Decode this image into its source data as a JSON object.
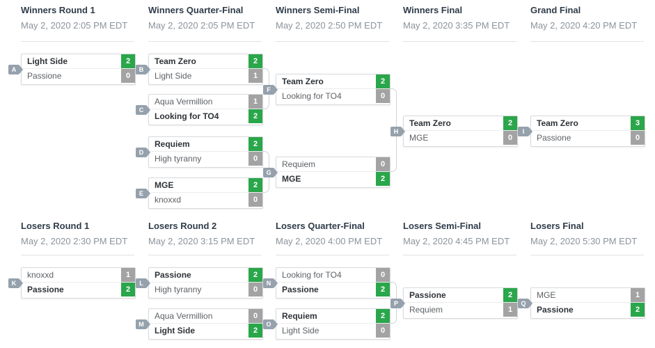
{
  "colors": {
    "win_badge": "#2aa64b",
    "loss_badge": "#a3a3a3",
    "identifier_badge": "#95a1ac",
    "connector": "#cfd4d8"
  },
  "rounds": [
    {
      "title": "Winners Round 1",
      "date": "May 2, 2020 2:05 PM EDT"
    },
    {
      "title": "Winners Quarter-Final",
      "date": "May 2, 2020 2:05 PM EDT"
    },
    {
      "title": "Winners Semi-Final",
      "date": "May 2, 2020 2:50 PM EDT"
    },
    {
      "title": "Winners Final",
      "date": "May 2, 2020 3:35 PM EDT"
    },
    {
      "title": "Grand Final",
      "date": "May 2, 2020 4:20 PM EDT"
    },
    {
      "title": "Losers Round 1",
      "date": "May 2, 2020 2:30 PM EDT"
    },
    {
      "title": "Losers Round 2",
      "date": "May 2, 2020 3:15 PM EDT"
    },
    {
      "title": "Losers Quarter-Final",
      "date": "May 2, 2020 4:00 PM EDT"
    },
    {
      "title": "Losers Semi-Final",
      "date": "May 2, 2020 4:45 PM EDT"
    },
    {
      "title": "Losers Final",
      "date": "May 2, 2020 5:30 PM EDT"
    }
  ],
  "matches": [
    {
      "id": "A",
      "teams": [
        {
          "name": "Light Side",
          "score": "2",
          "winner": true
        },
        {
          "name": "Passione",
          "score": "0",
          "winner": false
        }
      ]
    },
    {
      "id": "B",
      "teams": [
        {
          "name": "Team Zero",
          "score": "2",
          "winner": true
        },
        {
          "name": "Light Side",
          "score": "1",
          "winner": false
        }
      ]
    },
    {
      "id": "C",
      "teams": [
        {
          "name": "Aqua Vermillion",
          "score": "1",
          "winner": false
        },
        {
          "name": "Looking for TO4",
          "score": "2",
          "winner": true
        }
      ]
    },
    {
      "id": "D",
      "teams": [
        {
          "name": "Requiem",
          "score": "2",
          "winner": true
        },
        {
          "name": "High tyranny",
          "score": "0",
          "winner": false
        }
      ]
    },
    {
      "id": "E",
      "teams": [
        {
          "name": "MGE",
          "score": "2",
          "winner": true
        },
        {
          "name": "knoxxd",
          "score": "0",
          "winner": false
        }
      ]
    },
    {
      "id": "F",
      "teams": [
        {
          "name": "Team Zero",
          "score": "2",
          "winner": true
        },
        {
          "name": "Looking for TO4",
          "score": "0",
          "winner": false
        }
      ]
    },
    {
      "id": "G",
      "teams": [
        {
          "name": "Requiem",
          "score": "0",
          "winner": false
        },
        {
          "name": "MGE",
          "score": "2",
          "winner": true
        }
      ]
    },
    {
      "id": "H",
      "teams": [
        {
          "name": "Team Zero",
          "score": "2",
          "winner": true
        },
        {
          "name": "MGE",
          "score": "0",
          "winner": false
        }
      ]
    },
    {
      "id": "I",
      "teams": [
        {
          "name": "Team Zero",
          "score": "3",
          "winner": true
        },
        {
          "name": "Passione",
          "score": "0",
          "winner": false
        }
      ]
    },
    {
      "id": "K",
      "teams": [
        {
          "name": "knoxxd",
          "score": "1",
          "winner": false
        },
        {
          "name": "Passione",
          "score": "2",
          "winner": true
        }
      ]
    },
    {
      "id": "L",
      "teams": [
        {
          "name": "Passione",
          "score": "2",
          "winner": true
        },
        {
          "name": "High tyranny",
          "score": "0",
          "winner": false
        }
      ]
    },
    {
      "id": "M",
      "teams": [
        {
          "name": "Aqua Vermillion",
          "score": "0",
          "winner": false
        },
        {
          "name": "Light Side",
          "score": "2",
          "winner": true
        }
      ]
    },
    {
      "id": "N",
      "teams": [
        {
          "name": "Looking for TO4",
          "score": "0",
          "winner": false
        },
        {
          "name": "Passione",
          "score": "2",
          "winner": true
        }
      ]
    },
    {
      "id": "O",
      "teams": [
        {
          "name": "Requiem",
          "score": "2",
          "winner": true
        },
        {
          "name": "Light Side",
          "score": "0",
          "winner": false
        }
      ]
    },
    {
      "id": "P",
      "teams": [
        {
          "name": "Passione",
          "score": "2",
          "winner": true
        },
        {
          "name": "Requiem",
          "score": "1",
          "winner": false
        }
      ]
    },
    {
      "id": "Q",
      "teams": [
        {
          "name": "MGE",
          "score": "1",
          "winner": false
        },
        {
          "name": "Passione",
          "score": "2",
          "winner": true
        }
      ]
    }
  ]
}
